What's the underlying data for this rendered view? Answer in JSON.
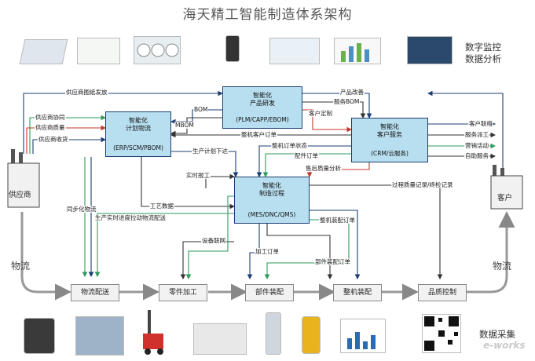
{
  "title": "海天精工智能制造体系架构",
  "top_caption": [
    "数字监控",
    "数据分析"
  ],
  "bottom_caption": "数据采集",
  "watermark": "e-works",
  "wuliu_left": "物流",
  "wuliu_right": "物流",
  "supplier": "供应商",
  "customer": "客户",
  "boxes": {
    "plm": {
      "name1": "智能化",
      "name2": "产品研发",
      "sys": "(PLM/CAPP/EBOM)"
    },
    "erp": {
      "name1": "智能化",
      "name2": "计划物流",
      "sys": "(ERP/SCM/PBOM)"
    },
    "crm": {
      "name1": "智能化",
      "name2": "客户服务",
      "sys": "(CRM/云服务)"
    },
    "mes": {
      "name1": "智能化",
      "name2": "制造过程",
      "sys": "(MES/DNC/QMS)"
    }
  },
  "steps": [
    "物流配送",
    "零件加工",
    "部件装配",
    "整机装配",
    "品质控制"
  ],
  "labels": {
    "l_gysdt": "供应商图纸发放",
    "l_gysxt": "供应商协同",
    "l_gyszl": "供应商质量",
    "l_gyssh": "供应商收货",
    "l_bom": "BOM",
    "l_mbom": "MBOM",
    "l_cpgs": "产品改善",
    "l_fwbom": "服务BOM",
    "l_khdz": "客户定制",
    "l_zjkhdd": "整机客户订单",
    "l_zjddzt": "整机订单状态",
    "l_pjdd": "配件订单",
    "l_shzlfx": "售后质量分析",
    "l_khlx": "客户联络",
    "l_fwpg": "服务派工",
    "l_yxhd": "营销活动",
    "l_zzfw": "自助服务",
    "l_scjhxd": "生产计划下达",
    "l_ssbg": "实时报工",
    "l_gysj": "工艺数据",
    "l_gczl": "过程质量记录/终检记录",
    "l_tbwl": "同步化物流",
    "l_scss": "生产实时进度拉动物流配送",
    "l_zjzpdd": "整机装配订单",
    "l_sblw": "设备联网",
    "l_jgdd": "加工订单",
    "l_bjzpdd": "部件装配订单"
  }
}
